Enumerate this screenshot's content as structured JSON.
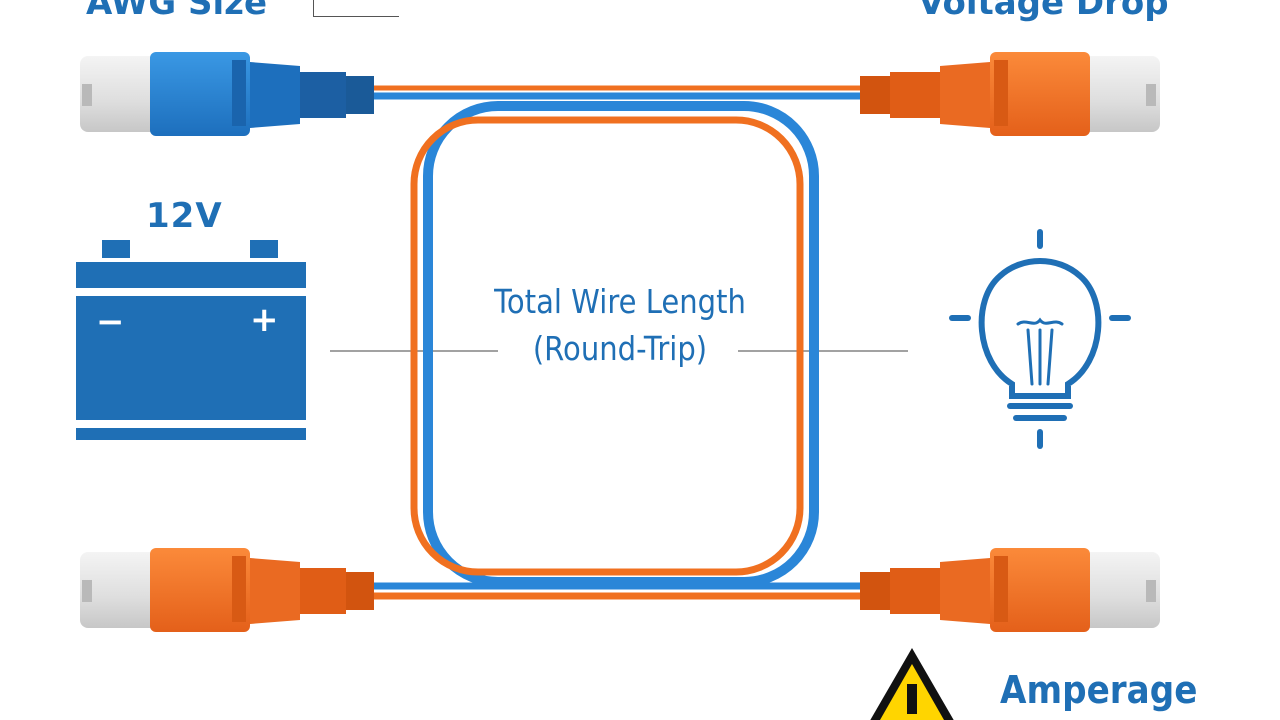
{
  "headings": {
    "awg_size": "AWG Size",
    "voltage_drop": "Voltage Drop",
    "amperage": "Amperage"
  },
  "battery": {
    "voltage": "12V",
    "minus": "−",
    "plus": "+"
  },
  "center_label": {
    "line1": "Total Wire Length",
    "line2": "(Round-Trip)"
  },
  "icons": {
    "battery": "battery-icon",
    "light_bulb": "light-bulb-icon",
    "warning": "warning-icon",
    "connector": "wire-connector-icon"
  },
  "colors": {
    "blue": "#1f6fb5",
    "connector_blue": "#2a86d8",
    "orange": "#f07020",
    "light_gray": "#e6e6e6",
    "warning_yellow": "#ffd500"
  }
}
